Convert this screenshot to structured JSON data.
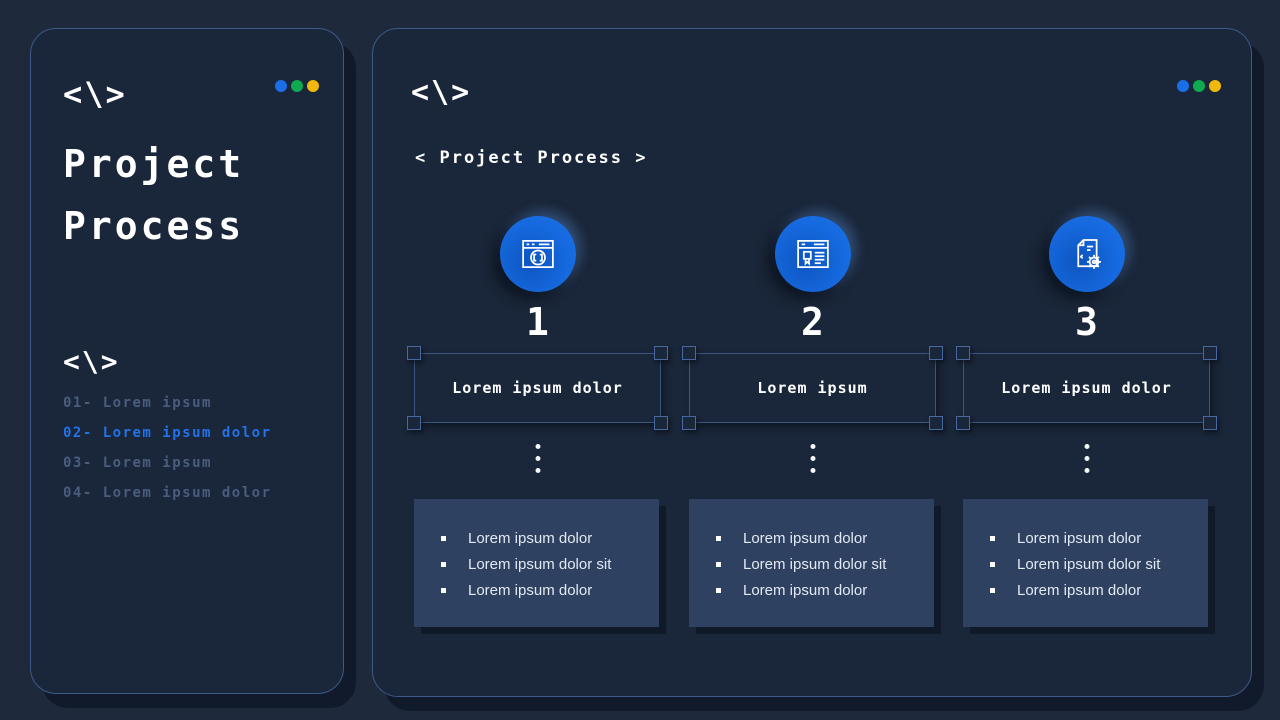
{
  "left_panel": {
    "logo": "<\\>",
    "title": "Project Process",
    "section_logo": "<\\>",
    "menu": [
      {
        "label": "01- Lorem ipsum",
        "active": false
      },
      {
        "label": "02- Lorem ipsum dolor",
        "active": true
      },
      {
        "label": "03- Lorem ipsum",
        "active": false
      },
      {
        "label": "04- Lorem ipsum dolor",
        "active": false
      }
    ]
  },
  "right_panel": {
    "logo": "<\\>",
    "heading": "< Project Process >",
    "steps": [
      {
        "number": "1",
        "icon": "browser-code-window-icon",
        "label": "Lorem ipsum dolor",
        "bullets": [
          "Lorem ipsum dolor",
          "Lorem ipsum dolor sit",
          "Lorem ipsum dolor"
        ]
      },
      {
        "number": "2",
        "icon": "browser-ribbon-page-icon",
        "label": "Lorem ipsum",
        "bullets": [
          "Lorem ipsum dolor",
          "Lorem ipsum dolor sit",
          "Lorem ipsum dolor"
        ]
      },
      {
        "number": "3",
        "icon": "document-gear-icon",
        "label": "Lorem ipsum dolor",
        "bullets": [
          "Lorem ipsum dolor",
          "Lorem ipsum dolor sit",
          "Lorem ipsum dolor"
        ]
      }
    ]
  },
  "window_controls": {
    "colors": [
      "#1a6fe8",
      "#0fa94f",
      "#f0b90b"
    ]
  },
  "theme": {
    "background": "#1e293c",
    "panel": "#1a2639",
    "panel_border": "#3d5a88",
    "accent_blue": "#1568dd",
    "active_item": "#2273e8",
    "muted_item": "#4b5d7e",
    "card": "#2e4160"
  }
}
